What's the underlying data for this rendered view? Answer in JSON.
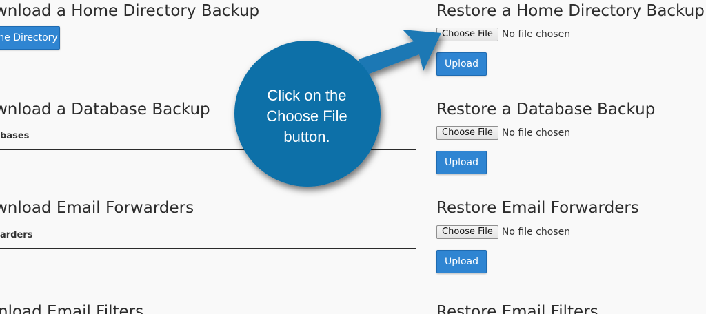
{
  "left_column": {
    "home_backup": {
      "heading": "wnload a Home Directory Backup",
      "button_label": "ne Directory"
    },
    "database_backup": {
      "heading": "wnload a Database Backup",
      "select_label": "bases"
    },
    "forwarders_backup": {
      "heading": "wnload Email Forwarders",
      "select_label": "arders"
    },
    "filters_backup": {
      "heading": "nload Email Filters"
    }
  },
  "right_column": {
    "home_restore": {
      "heading": "Restore a Home Directory Backup",
      "choose_label": "Choose File",
      "file_status": "No file chosen",
      "upload_label": "Upload"
    },
    "database_restore": {
      "heading": "Restore a Database Backup",
      "choose_label": "Choose File",
      "file_status": "No file chosen",
      "upload_label": "Upload"
    },
    "forwarders_restore": {
      "heading": "Restore Email Forwarders",
      "choose_label": "Choose File",
      "file_status": "No file chosen",
      "upload_label": "Upload"
    },
    "filters_restore": {
      "heading": "Restore Email Filters"
    }
  },
  "callout": {
    "line1": "Click on the",
    "line2": "Choose File",
    "line3": "button.",
    "color": "#0a6fa8",
    "arrow_color": "#1a78b4"
  },
  "colors": {
    "background": "#f9f9f9",
    "primary_button": "#2f85d2"
  }
}
